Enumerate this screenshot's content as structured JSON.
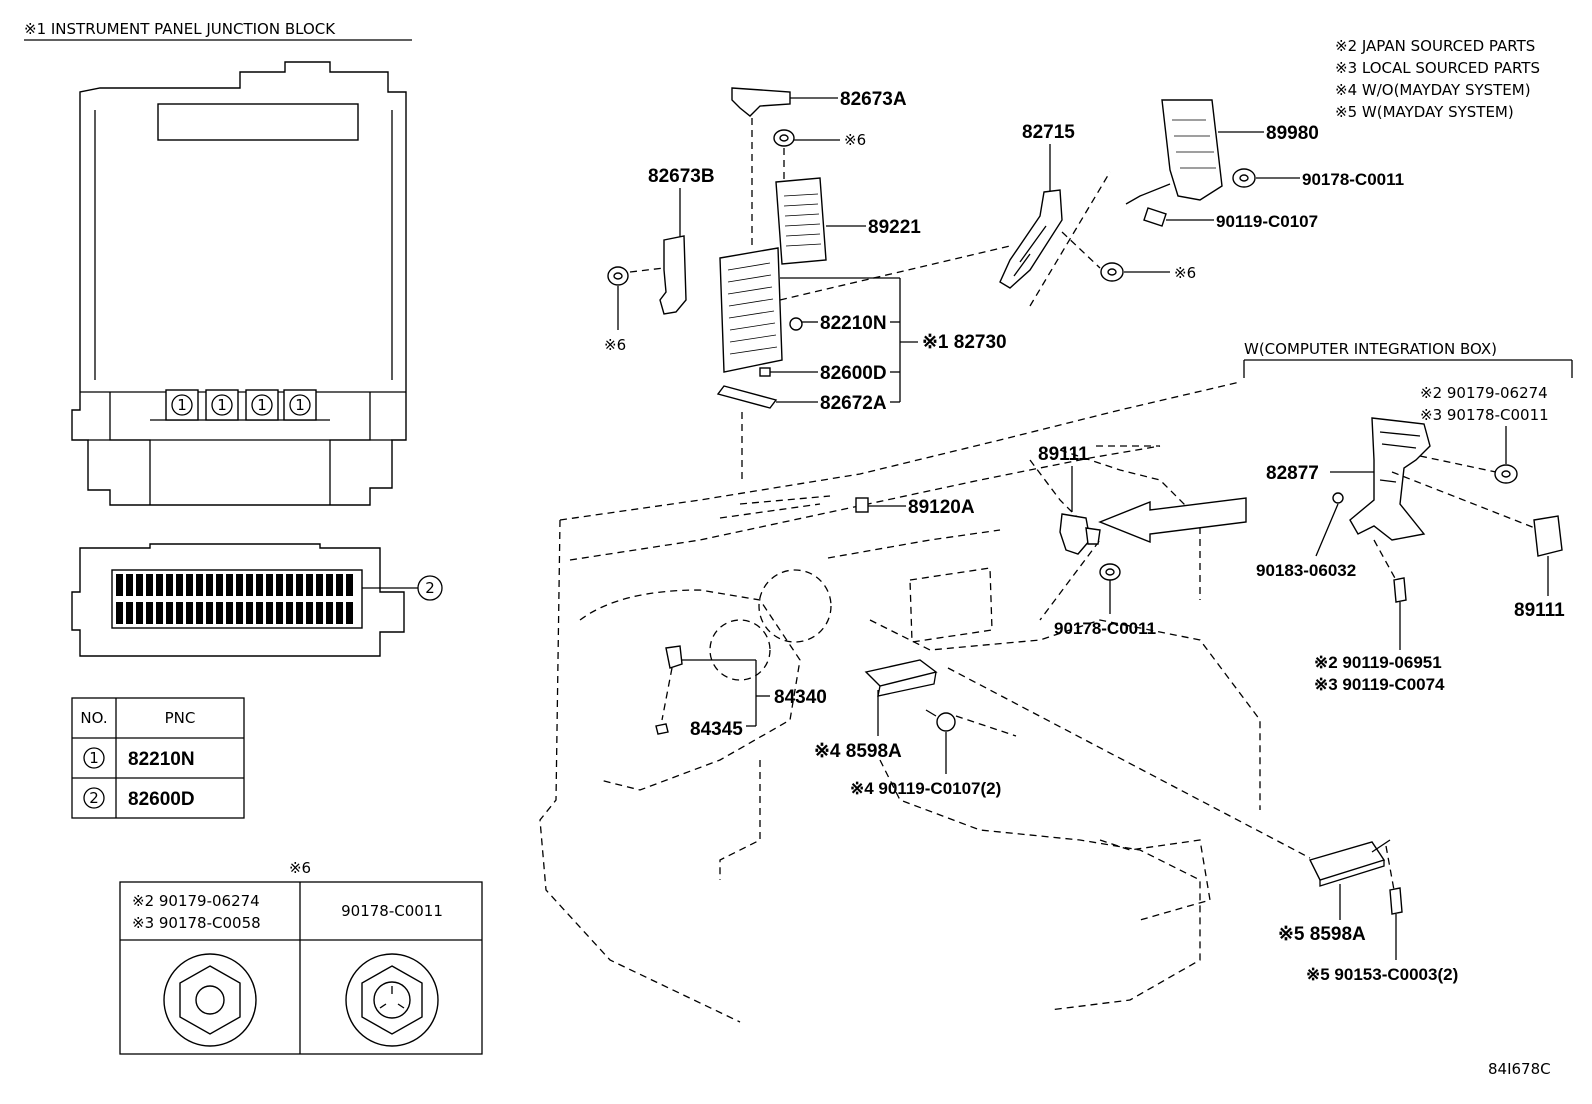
{
  "junction_block": {
    "title": "※1 INSTRUMENT PANEL JUNCTION BLOCK",
    "fuse_marks": [
      "1",
      "1",
      "1",
      "1"
    ],
    "connector_mark": "2"
  },
  "legend": [
    "※2 JAPAN SOURCED PARTS",
    "※3 LOCAL SOURCED PARTS",
    "※4 W/O(MAYDAY SYSTEM)",
    "※5 W(MAYDAY SYSTEM)"
  ],
  "pnc_table": {
    "headers": [
      "NO.",
      "PNC"
    ],
    "rows": [
      {
        "no": "1",
        "pnc": "82210N"
      },
      {
        "no": "2",
        "pnc": "82600D"
      }
    ]
  },
  "nut_table": {
    "title": "※6",
    "col1_line1": "※2 90179-06274",
    "col1_line2": "※3 90178-C0058",
    "col2": "90178-C0011"
  },
  "computer_box": {
    "title": "W(COMPUTER INTEGRATION BOX)"
  },
  "labels": {
    "p82673A": "82673A",
    "n6a": "※6",
    "p82673B": "82673B",
    "p89221": "89221",
    "n6b": "※6",
    "p82210N": "82210N",
    "p82730": "※1 82730",
    "p82600D": "82600D",
    "p82672A": "82672A",
    "p82715": "82715",
    "p89980": "89980",
    "p90178a": "90178-C0011",
    "p90119a": "90119-C0107",
    "n6c": "※6",
    "p89111a": "89111",
    "p89120A": "89120A",
    "p90178b": "90178-C0011",
    "p84340": "84340",
    "p84345": "84345",
    "p8598Aa": "※4 8598A",
    "p90119b": "※4 90119-C0107(2)",
    "p90179c": "※2 90179-06274",
    "p90178c": "※3 90178-C0011",
    "p82877": "82877",
    "p90183": "90183-06032",
    "p89111b": "89111",
    "p90119c": "※2 90119-06951",
    "p90119d": "※3 90119-C0074",
    "p8598Ab": "※5 8598A",
    "p90153": "※5 90153-C0003(2)",
    "ref": "84I678C"
  }
}
